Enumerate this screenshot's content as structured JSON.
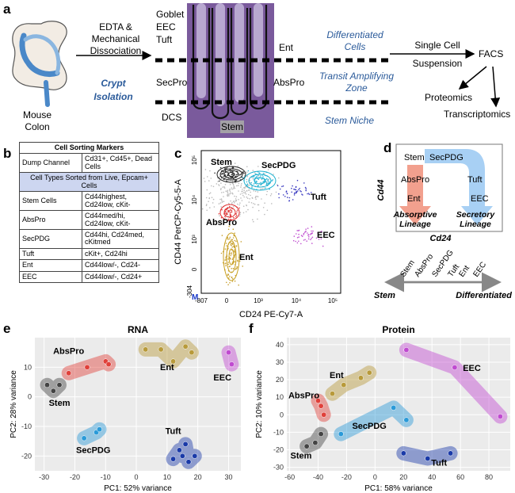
{
  "panels": {
    "a": "a",
    "b": "b",
    "c": "c",
    "d": "d",
    "e": "e",
    "f": "f"
  },
  "a": {
    "organ_label_1": "Mouse",
    "organ_label_2": "Colon",
    "step1_lines": [
      "EDTA &",
      "Mechanical",
      "Dissociation"
    ],
    "crypt_isolation_1": "Crypt",
    "crypt_isolation_2": "Isolation",
    "left_labels": [
      "Goblet",
      "EEC",
      "Tuft"
    ],
    "secpro": "SecPro",
    "dcs": "DCS",
    "stem": "Stem",
    "ent": "Ent",
    "abspro": "AbsPro",
    "zones": {
      "differentiated_1": "Differentiated",
      "differentiated_2": "Cells",
      "transit_1": "Transit Amplifying",
      "transit_2": "Zone",
      "stem_niche": "Stem Niche"
    },
    "single_cell_1": "Single Cell",
    "single_cell_2": "Suspension",
    "facs": "FACS",
    "proteomics": "Proteomics",
    "transcriptomics": "Transcriptomics"
  },
  "b": {
    "title": "Cell Sorting Markers",
    "dump_label": "Dump Channel",
    "dump_value": "Cd31+, Cd45+, Dead Cells",
    "sorted_header": "Cell Types Sorted from Live, Epcam+ Cells",
    "rows": [
      {
        "cell": "Stem Cells",
        "markers": "Cd44highest, Cd24low, cKit-"
      },
      {
        "cell": "AbsPro",
        "markers": "Cd44med/hi, Cd24low, cKit-"
      },
      {
        "cell": "SecPDG",
        "markers": "Cd44hi, Cd24med, cKitmed"
      },
      {
        "cell": "Tuft",
        "markers": "cKit+, Cd24hi"
      },
      {
        "cell": "Ent",
        "markers": "Cd44low/-, Cd24-"
      },
      {
        "cell": "EEC",
        "markers": "Cd44low/-, Cd24+"
      }
    ]
  },
  "c": {
    "ylabel": "CD44 PerCP-Cy5-5-A",
    "xlabel": "CD24 PE-Cy7-A",
    "xticks": [
      "-807",
      "0",
      "10³",
      "10⁴",
      "10⁵"
    ],
    "yticks": [
      "-304",
      "0",
      "10³",
      "10⁴",
      "10⁵"
    ],
    "corner_mark": "M",
    "populations": [
      "Stem",
      "SecPDG",
      "Tuft",
      "AbsPro",
      "EEC",
      "Ent"
    ]
  },
  "d": {
    "ylabel": "Cd44",
    "xlabel": "Cd24",
    "stem": "Stem",
    "abspro": "AbsPro",
    "ent": "Ent",
    "absorptive_1": "Absorptive",
    "absorptive_2": "Lineage",
    "secpdg": "SecPDG",
    "tuft": "Tuft",
    "eec": "EEC",
    "secretory_1": "Secretory",
    "secretory_2": "Lineage",
    "axis_labels": [
      "Stem",
      "AbsPro",
      "SecPDG",
      "Tuft",
      "Ent",
      "EEC"
    ],
    "axis_left": "Stem",
    "axis_right": "Differentiated"
  },
  "chart_data": [
    {
      "type": "scatter",
      "title": "RNA",
      "xlabel": "PC1: 52% variance",
      "ylabel": "PC2: 28% variance",
      "xlim": [
        -33,
        34
      ],
      "ylim": [
        -25,
        20
      ],
      "xticks": [
        -30,
        -20,
        -10,
        0,
        10,
        20,
        30
      ],
      "yticks": [
        -20,
        -10,
        0,
        10
      ],
      "grid": true,
      "series": [
        {
          "name": "AbsPro",
          "color": "#e0403a",
          "points": [
            [
              -22,
              8
            ],
            [
              -16,
              10
            ],
            [
              -10,
              12
            ],
            [
              -9,
              11
            ]
          ]
        },
        {
          "name": "Ent",
          "color": "#b89a3a",
          "points": [
            [
              3,
              16
            ],
            [
              8,
              16
            ],
            [
              12,
              12
            ],
            [
              16,
              17
            ],
            [
              18,
              15
            ]
          ]
        },
        {
          "name": "EEC",
          "color": "#c04ad0",
          "points": [
            [
              30,
              15
            ],
            [
              31,
              11
            ]
          ]
        },
        {
          "name": "Stem",
          "color": "#444444",
          "points": [
            [
              -29,
              4
            ],
            [
              -27,
              2
            ],
            [
              -25,
              4
            ]
          ]
        },
        {
          "name": "SecPDG",
          "color": "#2a9ad8",
          "points": [
            [
              -17,
              -14
            ],
            [
              -13,
              -12
            ],
            [
              -12,
              -11
            ]
          ]
        },
        {
          "name": "Tuft",
          "color": "#1a3aa8",
          "points": [
            [
              12,
              -21
            ],
            [
              14,
              -18
            ],
            [
              15,
              -20
            ],
            [
              16,
              -16
            ],
            [
              17,
              -22
            ],
            [
              19,
              -20
            ]
          ]
        }
      ]
    },
    {
      "type": "scatter",
      "title": "Protein",
      "xlabel": "PC1: 58% variance",
      "ylabel": "PC2: 10% variance",
      "xlim": [
        -62,
        95
      ],
      "ylim": [
        -32,
        44
      ],
      "xticks": [
        -60,
        -40,
        -20,
        0,
        20,
        40,
        60,
        80
      ],
      "yticks": [
        -30,
        -20,
        -10,
        0,
        10,
        20,
        30,
        40
      ],
      "grid": true,
      "series": [
        {
          "name": "EEC",
          "color": "#c04ad0",
          "points": [
            [
              22,
              37
            ],
            [
              56,
              27
            ],
            [
              88,
              -1
            ]
          ]
        },
        {
          "name": "Ent",
          "color": "#b89a3a",
          "points": [
            [
              -30,
              12
            ],
            [
              -22,
              17
            ],
            [
              -10,
              21
            ],
            [
              -4,
              24
            ]
          ]
        },
        {
          "name": "AbsPro",
          "color": "#e0403a",
          "points": [
            [
              -40,
              8
            ],
            [
              -38,
              5
            ],
            [
              -36,
              0
            ]
          ]
        },
        {
          "name": "SecPDG",
          "color": "#2a9ad8",
          "points": [
            [
              -24,
              -11
            ],
            [
              13,
              4
            ],
            [
              22,
              -3
            ]
          ]
        },
        {
          "name": "Stem",
          "color": "#444444",
          "points": [
            [
              -48,
              -18
            ],
            [
              -42,
              -16
            ],
            [
              -38,
              -11
            ]
          ]
        },
        {
          "name": "Tuft",
          "color": "#1a3aa8",
          "points": [
            [
              20,
              -22
            ],
            [
              37,
              -25
            ],
            [
              53,
              -22
            ]
          ]
        }
      ]
    }
  ]
}
